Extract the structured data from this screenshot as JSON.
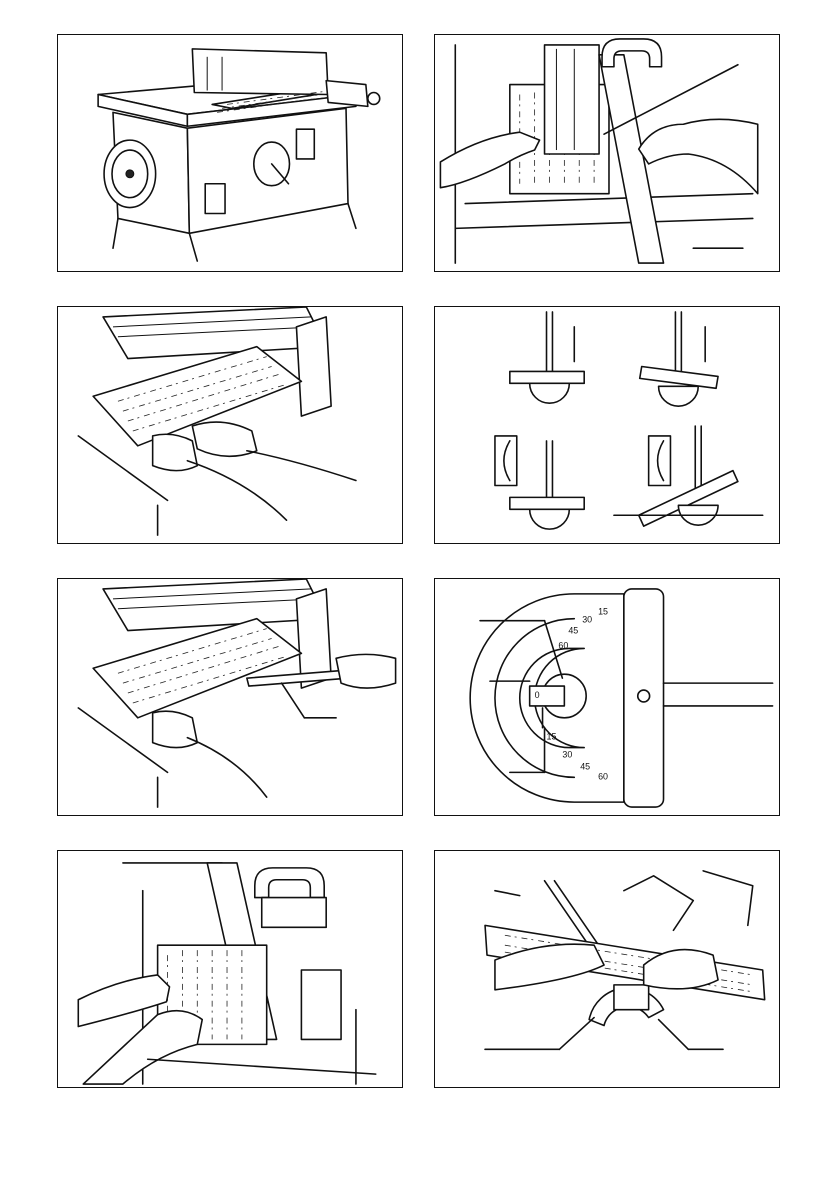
{
  "page": {
    "background": "#ffffff",
    "line_color": "#111111"
  },
  "figures": [
    {
      "id": 1,
      "subject": "table-saw-overview"
    },
    {
      "id": 2,
      "subject": "rip-fence-hands-feeding"
    },
    {
      "id": 3,
      "subject": "board-on-table-hands"
    },
    {
      "id": 4,
      "subject": "miter-gauge-diagrams"
    },
    {
      "id": 5,
      "subject": "push-stick-feeding"
    },
    {
      "id": 6,
      "subject": "miter-gauge-detail"
    },
    {
      "id": 7,
      "subject": "fence-crosscut-hands"
    },
    {
      "id": 8,
      "subject": "miter-gauge-crosscut-hands"
    }
  ],
  "miter_scale": {
    "labels": [
      "60",
      "45",
      "30",
      "15",
      "0",
      "15",
      "30",
      "45",
      "60"
    ]
  }
}
